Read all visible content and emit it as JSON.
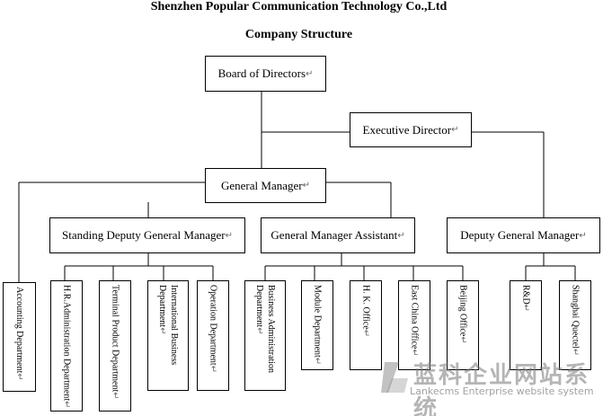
{
  "company_title": "Shenzhen Popular Communication Technology Co.,Ltd",
  "chart_title": "Company Structure",
  "nodes": {
    "board": "Board of Directors",
    "executive": "Executive Director",
    "general_manager": "General Manager",
    "standing_deputy": "Standing Deputy General Manager",
    "gm_assistant": "General Manager Assistant",
    "deputy_gm": "Deputy General Manager",
    "accounting": "Accounting Department",
    "hr_admin": "H.R.Administration Department",
    "terminal_product": "Terminal Product Department",
    "international_business": "International Business Department",
    "operation": "Operation Department",
    "business_admin": "Business Administration Department",
    "module": "Module Department",
    "hk_office": "H. K. Office",
    "east_china_office": "East China Office",
    "beijing_office": "Beijing Office",
    "rnd": "R&D",
    "shanghai_quectel": "Shanghai Quectel"
  },
  "watermark": {
    "cn": "蓝科企业网站系统",
    "en": "Lankecms Enterprise website system"
  }
}
